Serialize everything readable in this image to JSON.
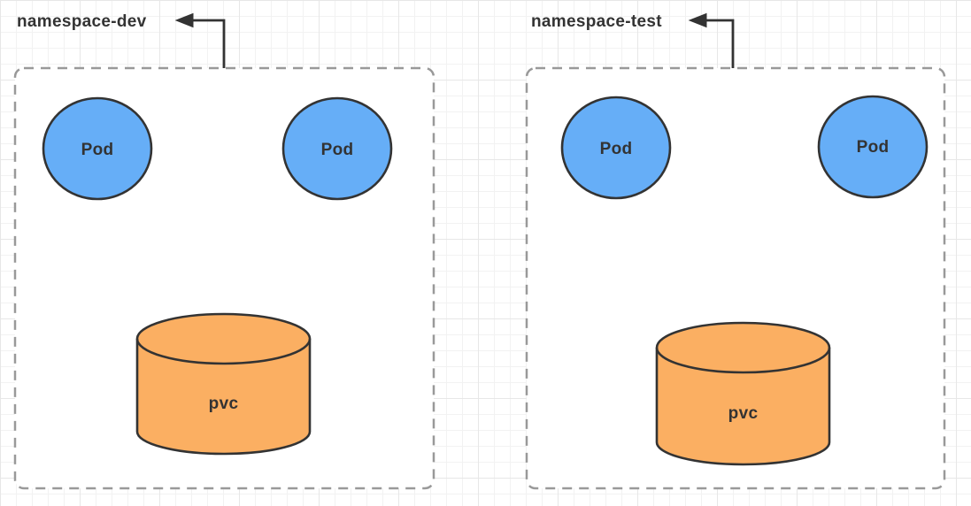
{
  "diagram": {
    "type": "kubernetes-namespace-diagram",
    "namespaces": [
      {
        "label": "namespace-dev",
        "pods": [
          {
            "label": "Pod"
          },
          {
            "label": "Pod"
          }
        ],
        "pvc": {
          "label": "pvc"
        }
      },
      {
        "label": "namespace-test",
        "pods": [
          {
            "label": "Pod"
          },
          {
            "label": "Pod"
          }
        ],
        "pvc": {
          "label": "pvc"
        }
      }
    ],
    "colors": {
      "pod_fill": "#66AEF7",
      "pvc_fill": "#FBAF62",
      "shape_stroke": "#333333",
      "namespace_border": "#999999",
      "arrow": "#333333",
      "text": "#333333",
      "grid_minor": "#f2f2f2",
      "grid_major": "#e7e7e7"
    }
  }
}
